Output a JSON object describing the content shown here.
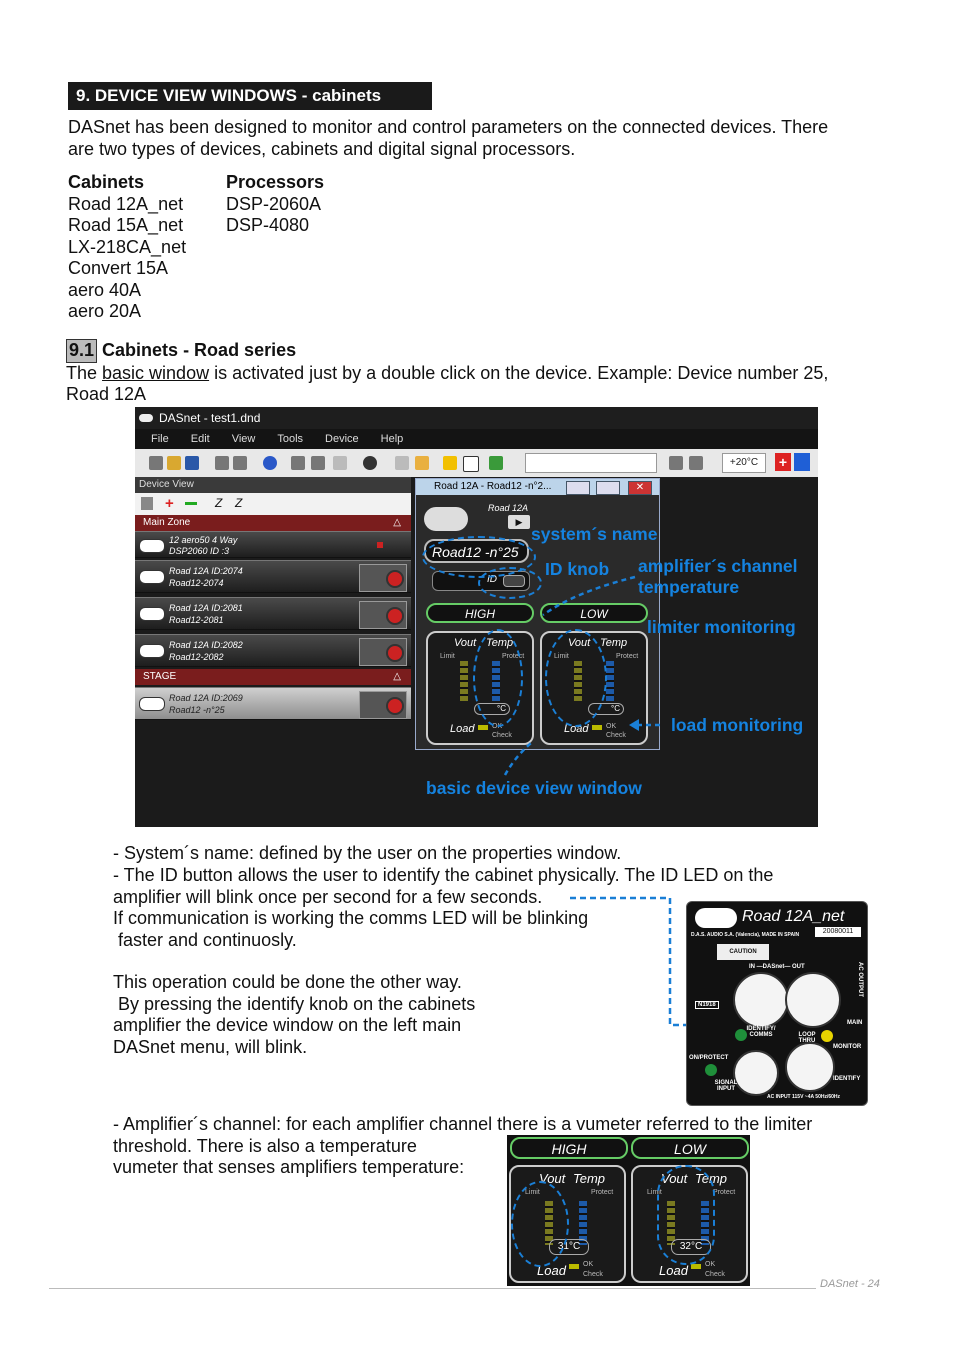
{
  "section": {
    "title": "9. DEVICE VIEW WINDOWS - cabinets"
  },
  "intro": {
    "line1": "DASnet has been designed to monitor and control parameters on the connected devices. There",
    "line2": "are two types of devices, cabinets and digital signal processors."
  },
  "device_types": {
    "cabinets_heading": "Cabinets",
    "cabinets": [
      "Road 12A_net",
      "Road 15A_net",
      "LX-218CA_net",
      "Convert 15A",
      "aero 40A",
      "aero 20A"
    ],
    "processors_heading": "Processors",
    "processors": [
      "DSP-2060A",
      "DSP-4080"
    ]
  },
  "subsection": {
    "number": "9.1",
    "title": "Cabinets - Road series",
    "line1_pre": "The ",
    "line1_link": "basic window",
    "line1_post": " is activated just by a double click on the device. Example: Device number 25,",
    "line2": "Road 12A"
  },
  "screenshot": {
    "app_title": "DASnet - test1.dnd",
    "menu": [
      "File",
      "Edit",
      "View",
      "Tools",
      "Device",
      "Help"
    ],
    "temp_display": "+20°C",
    "device_view_title": "Device View",
    "zones": [
      "Main Zone",
      "STAGE"
    ],
    "devices": [
      {
        "line1": "12 aero50 4 Way",
        "line2": "DSP2060  ID :3"
      },
      {
        "line1": "Road 12A  ID:2074",
        "line2": "Road12-2074"
      },
      {
        "line1": "Road 12A  ID:2081",
        "line2": "Road12-2081"
      },
      {
        "line1": "Road 12A  ID:2082",
        "line2": "Road12-2082"
      },
      {
        "line1": "Road 12A  ID:2069",
        "line2": "Road12 -n°25"
      }
    ],
    "window_title": "Road 12A - Road12 -n°2...",
    "window_model": "Road 12A",
    "window_system_name": "Road12 -n°25",
    "id_label": "ID",
    "channels": [
      "HIGH",
      "LOW"
    ],
    "vout_label": "Vout",
    "temp_label": "Temp",
    "limit_label": "Limit",
    "protect_label": "Protect",
    "temp_unit": "°C",
    "load_label": "Load",
    "ok_label": "OK",
    "check_label": "Check"
  },
  "annotations": {
    "system_name": "system´s name",
    "id_knob": "ID knob",
    "amp_temp_1": "amplifier´s channel",
    "amp_temp_2": "temperature",
    "limiter": "limiter monitoring",
    "load": "load monitoring",
    "basic_window": "basic device view window"
  },
  "bullets": {
    "b1": "- System´s name: defined by the user on the properties window.",
    "b2_1": "- The ID button allows the user to identify the cabinet physically. The ID LED on the",
    "b2_2": "amplifier will blink once per second for a few seconds.",
    "b2_3": "If communication is working the comms LED will be blinking",
    "b2_4": " faster and continuosly.",
    "b3_1": "This operation could be done the other way.",
    "b3_2": " By pressing the identify knob on the cabinets",
    "b3_3": "amplifier the device window on the left main",
    "b3_4": "DASnet menu, will blink.",
    "b4_1": "- Amplifier´s channel: for each amplifier channel there is a vumeter referred to the limiter",
    "b4_2": "threshold. There is also a temperature",
    "b4_3": "vumeter that senses amplifiers temperature:"
  },
  "amp_panel": {
    "title": "Road 12A_net",
    "code": "20080011",
    "made": "D.A.S. AUDIO S.A. (Valencia), MADE IN SPAIN",
    "caution": "CAUTION",
    "in_out": "IN —DASnet— OUT",
    "serial": "N1918",
    "identify_comms": "IDENTIFY/ COMMS",
    "loop_thru": "LOOP THRU",
    "main": "MAIN",
    "monitor": "MONITOR",
    "on_protect": "ON/PROTECT",
    "signal_input": "SIGNAL INPUT",
    "identify": "IDENTIFY",
    "ac_output": "AC OUTPUT",
    "ac_input": "AC INPUT 115V ~4A  50Hz/60Hz"
  },
  "vumeter_detail": {
    "channels": [
      "HIGH",
      "LOW"
    ],
    "temps": [
      "31°C",
      "32°C"
    ]
  },
  "footer": {
    "page": "DASnet  - 24"
  }
}
